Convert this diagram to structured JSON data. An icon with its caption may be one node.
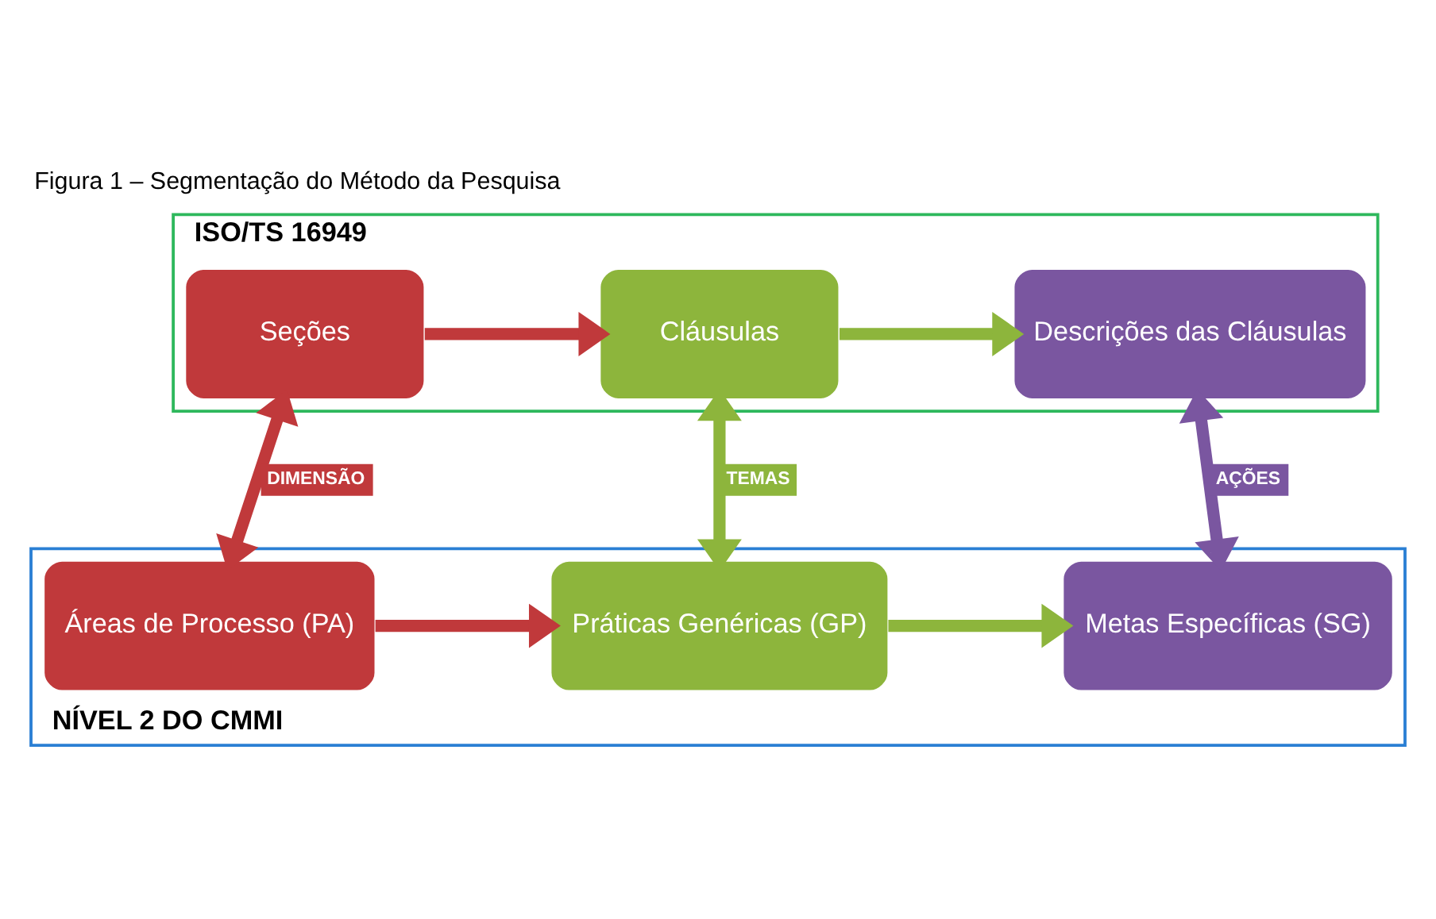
{
  "diagram": {
    "title": "Figura 1 – Segmentação do Método da Pesquisa",
    "nodes": [
      {
        "text": [
          "ISO/TS 16949"
        ]
      },
      {
        "text": [
          "Seções"
        ],
        "in": 0
      },
      {
        "text": [
          "Cláusulas"
        ],
        "in": 0
      },
      {
        "text": [
          "Descrições das Cláusulas"
        ],
        "in": 0
      },
      {
        "text": [
          "NÍVEL 2 DO CMMI"
        ]
      },
      {
        "text": [
          "Áreas de Processo (PA)"
        ],
        "in": 4
      },
      {
        "text": [
          "Práticas Genéricas (GP)"
        ],
        "in": 4
      },
      {
        "text": [
          "Metas Específicas (SG)"
        ],
        "in": 4
      }
    ],
    "edges": [
      {
        "from": 1,
        "to": 2,
        "arrow": "to",
        "color": "#c0393b"
      },
      {
        "from": 2,
        "to": 3,
        "arrow": "to",
        "color": "#8db53c"
      },
      {
        "from": 1,
        "to": 5,
        "arrow": "both",
        "label": "DIMENSÃO",
        "color": "#c0393b"
      },
      {
        "from": 2,
        "to": 6,
        "arrow": "both",
        "label": "TEMAS",
        "color": "#8db53c"
      },
      {
        "from": 3,
        "to": 7,
        "arrow": "both",
        "label": "AÇÕES",
        "color": "#7a56a0"
      },
      {
        "from": 5,
        "to": 6,
        "arrow": "to",
        "color": "#c0393b"
      },
      {
        "from": 6,
        "to": 7,
        "arrow": "to",
        "color": "#8db53c"
      }
    ]
  }
}
